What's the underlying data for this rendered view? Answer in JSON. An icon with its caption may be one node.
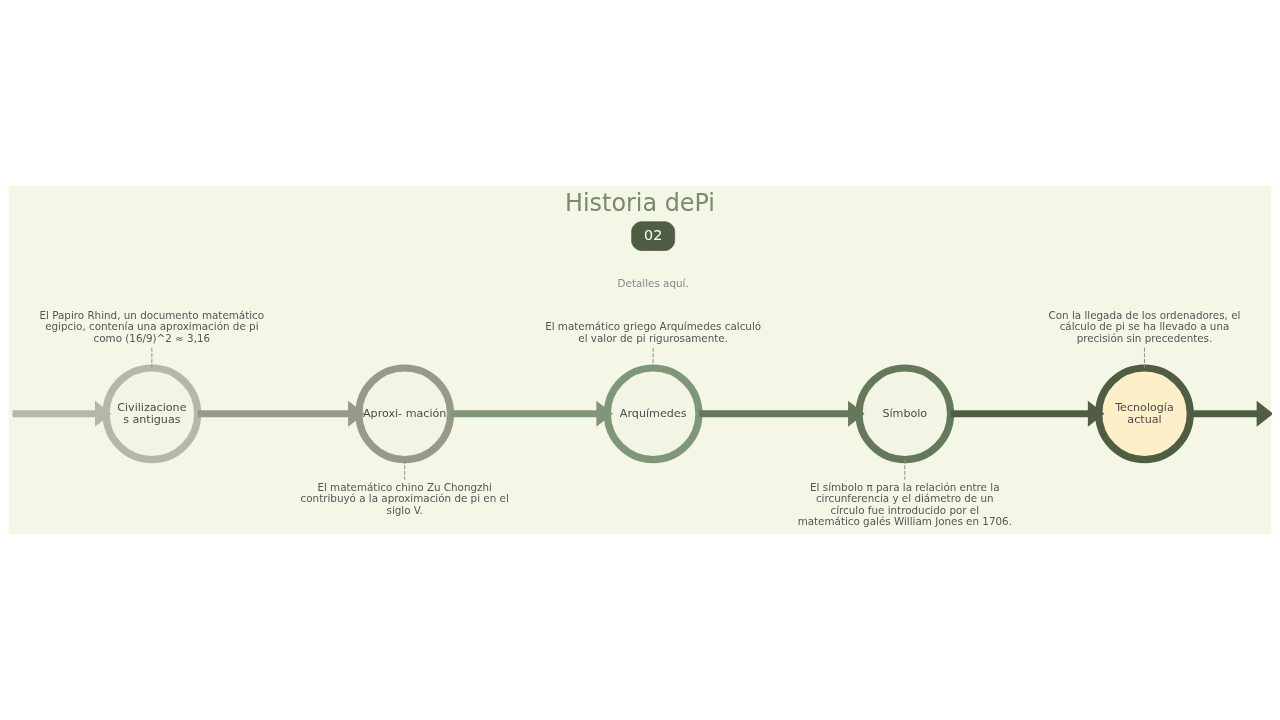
{
  "diagram": {
    "title": "Historia dePi",
    "nodes": [
      {
        "text": [
          "Civilizacione s antiguas"
        ]
      },
      {
        "text": [
          "Aproxi- mación"
        ]
      },
      {
        "text": [
          "Arquímedes"
        ]
      },
      {
        "text": [
          "Símbolo"
        ]
      },
      {
        "text": [
          "Tecnología actual"
        ]
      },
      {
        "text": [
          "El Papiro Rhind, un documento matemático egipcio, contenía una aproximación de pi como (16/9)^2 ≈ 3,16"
        ]
      },
      {
        "text": [
          "El matemático chino Zu Chongzhi contribuyó a la aproximación de pi en el siglo V."
        ]
      },
      {
        "text": [
          "El matemático griego Arquímedes calculó el valor de pi rigurosamente."
        ]
      },
      {
        "text": [
          "El símbolo π para la relación entre la circunferencia y el diámetro de un círculo fue introducido por el matemático galés William Jones en 1706."
        ]
      },
      {
        "text": [
          "Con la llegada de los ordenadores, el cálculo de pi se ha llevado a una precisión sin precedentes."
        ]
      }
    ],
    "edges": [
      {
        "from": null,
        "to": 0,
        "arrow": "to"
      },
      {
        "from": 0,
        "to": 1,
        "arrow": "to"
      },
      {
        "from": 1,
        "to": 2,
        "arrow": "to"
      },
      {
        "from": 2,
        "to": 3,
        "arrow": "to"
      },
      {
        "from": 3,
        "to": 4,
        "arrow": "to"
      },
      {
        "from": 4,
        "to": null,
        "arrow": "to"
      },
      {
        "from": 5,
        "to": 0,
        "arrow": "none",
        "style": "dashed"
      },
      {
        "from": 6,
        "to": 1,
        "arrow": "none",
        "style": "dashed"
      },
      {
        "from": 7,
        "to": 2,
        "arrow": "none",
        "style": "dashed"
      },
      {
        "from": 8,
        "to": 3,
        "arrow": "none",
        "style": "dashed"
      },
      {
        "from": 9,
        "to": 4,
        "arrow": "none",
        "style": "dashed"
      }
    ],
    "labels": [
      "02",
      "Detalles aquí."
    ]
  }
}
